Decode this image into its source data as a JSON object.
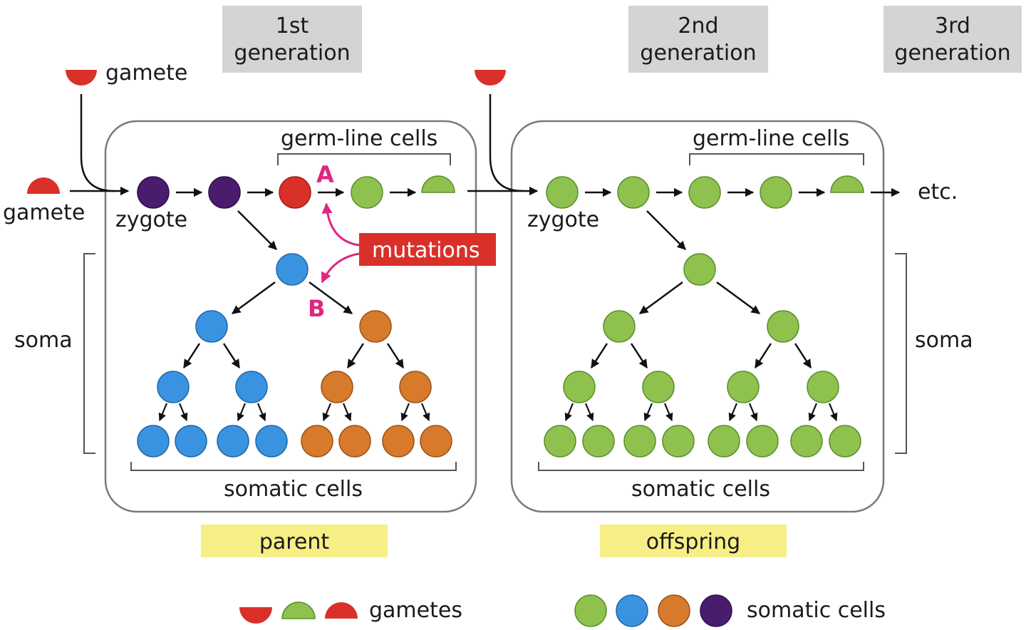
{
  "generations": [
    "1st\ngeneration",
    "2nd\ngeneration",
    "3rd\ngeneration"
  ],
  "labels": {
    "gamete_top": "gamete",
    "gamete_left": "gamete",
    "zygote": "zygote",
    "germ_line_cells": "germ-line cells",
    "soma": "soma",
    "somatic_cells": "somatic cells",
    "etc": "etc.",
    "mutations": "mutations",
    "mutation_a": "A",
    "mutation_b": "B",
    "parent": "parent",
    "offspring": "offspring"
  },
  "legend": {
    "gametes_label": "gametes",
    "somatic_label": "somatic cells"
  },
  "colors": {
    "red": "#d9312a",
    "green": "#8fc14f",
    "blue": "#3a93e0",
    "orange": "#d87a2b",
    "purple": "#4a1c6e",
    "generation_box": "#d4d4d4",
    "individual_box": "#f7ee86",
    "mutation_box": "#d9312a",
    "mutation_arrow": "#e0267f"
  }
}
